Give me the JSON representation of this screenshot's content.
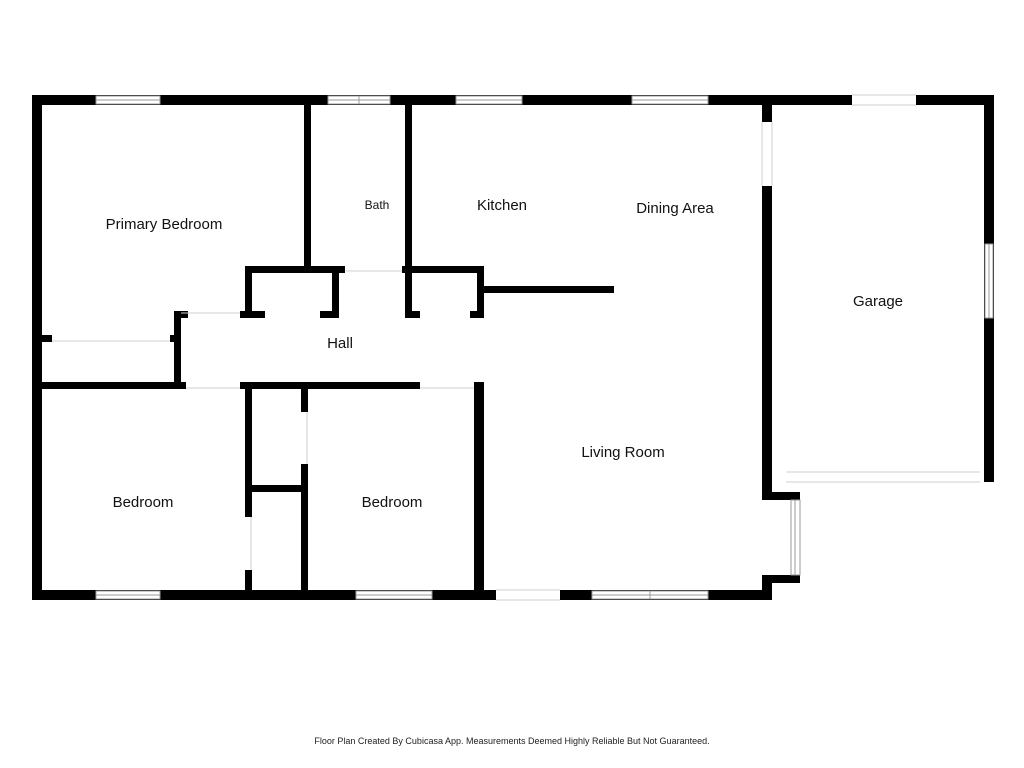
{
  "rooms": {
    "primary_bedroom": "Primary Bedroom",
    "bath": "Bath",
    "kitchen": "Kitchen",
    "dining_area": "Dining Area",
    "garage": "Garage",
    "hall": "Hall",
    "bedroom_left": "Bedroom",
    "bedroom_middle": "Bedroom",
    "living_room": "Living Room"
  },
  "footer": {
    "text": "Floor Plan Created By Cubicasa App. Measurements Deemed Highly Reliable But Not Guaranteed."
  }
}
